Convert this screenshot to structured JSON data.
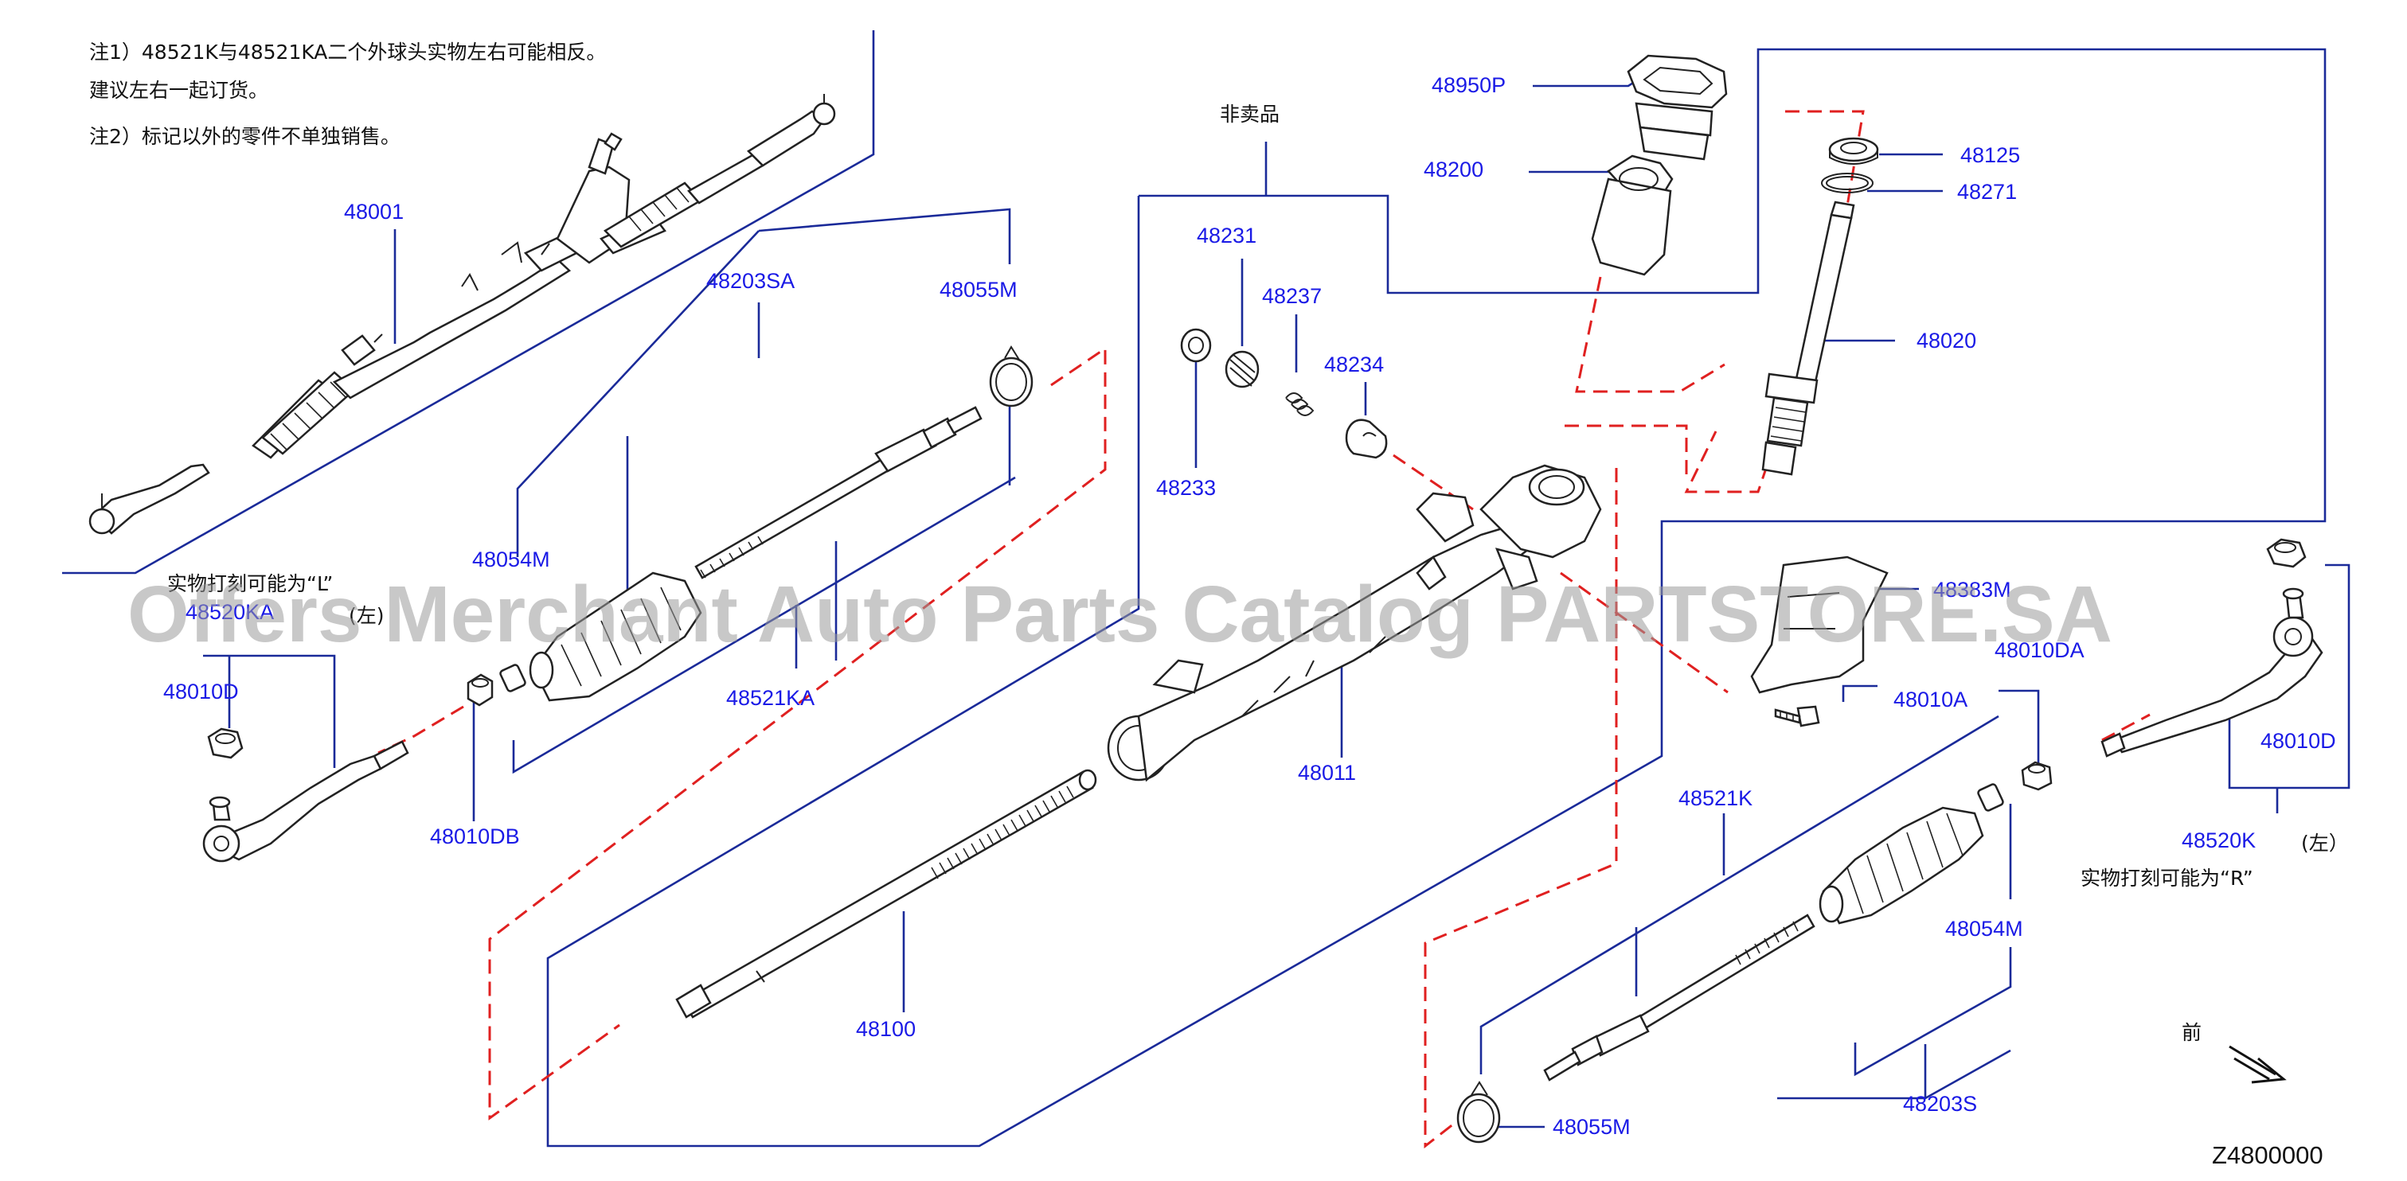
{
  "notes": {
    "note1_line1": "注1）48521K与48521KA二个外球头实物左右可能相反。",
    "note1_line2": "建议左右一起订货。",
    "note2": "注2）标记以外的零件不单独销售。"
  },
  "labels": {
    "not_for_sale": "非卖品",
    "marking_L": "实物打刻可能为“L”",
    "left_a": "(左)",
    "left_b": "(左）",
    "marking_R": "实物打刻可能为“R”",
    "front": "前"
  },
  "parts": {
    "p48001": "48001",
    "p48203SA": "48203SA",
    "p48055M_top": "48055M",
    "p48054M_left": "48054M",
    "p48520KA": "48520KA",
    "p48010D_left": "48010D",
    "p48010DB": "48010DB",
    "p48521KA": "48521KA",
    "p48231": "48231",
    "p48237": "48237",
    "p48234": "48234",
    "p48233": "48233",
    "p48950P": "48950P",
    "p48200": "48200",
    "p48125": "48125",
    "p48271": "48271",
    "p48020": "48020",
    "p48383M": "48383M",
    "p48010A": "48010A",
    "p48010DA": "48010DA",
    "p48010D_right": "48010D",
    "p48011": "48011",
    "p48100": "48100",
    "p48521K": "48521K",
    "p48054M_right": "48054M",
    "p48520K": "48520K",
    "p48055M_bottom": "48055M",
    "p48203S": "48203S"
  },
  "watermark": "Offers Merchant Auto Parts Catalog PARTSTORE.SA",
  "diagram_code": "Z4800000",
  "colors": {
    "callout_text": "#1a1ae6",
    "leader_line": "#1a2a99",
    "dashed_line": "#e02020",
    "parts_outline": "#222222"
  }
}
